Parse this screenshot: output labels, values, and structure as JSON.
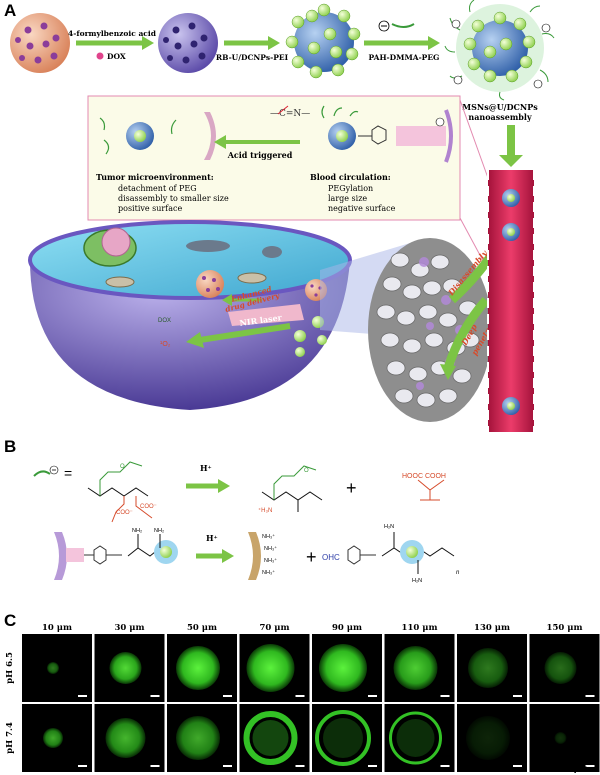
{
  "panels": {
    "a": {
      "label": "A"
    },
    "b": {
      "label": "B"
    },
    "c": {
      "label": "C"
    }
  },
  "panel_a": {
    "arrow1_top": "4-formylbenzoic acid",
    "arrow1_bottom": "DOX",
    "arrow2": "RB-U/DCNPs-PEI",
    "arrow3": "PAH-DMMA-PEG",
    "product_line1": "MSNs@U/DCNPs",
    "product_line2": "nanoassembly",
    "acid_triggered": "Acid triggered",
    "tumor_title": "Tumor microenvironment:",
    "tumor_items": [
      "detachment of PEG",
      "disassembly to smaller size",
      "positive surface"
    ],
    "blood_title": "Blood circulation:",
    "blood_items": [
      "PEGylation",
      "large size",
      "negative surface"
    ],
    "cell_labels": {
      "enhanced1": "Enhanced",
      "enhanced2": "drug delivery",
      "nir": "NIR laser",
      "dox": "DOX",
      "ros": "¹O₂"
    },
    "tissue_labels": {
      "disassembly": "Disassembly",
      "deep1": "Deep",
      "deep2": "penetration"
    }
  },
  "panel_b": {
    "h_plus_1": "H⁺",
    "h_plus_2": "H⁺",
    "plus": "+",
    "cooh_product": "HOOC     COOH",
    "ohc": "OHC",
    "nh3": "⁺H₃N",
    "n_label": "n"
  },
  "panel_c": {
    "columns": [
      "10 μm",
      "30 μm",
      "50 μm",
      "70 μm",
      "90 μm",
      "110 μm",
      "130 μm",
      "150 μm"
    ],
    "rows": [
      "pH 6.5",
      "pH 7.4"
    ],
    "scale_bar": "40 μm",
    "colors": {
      "background": "#000000",
      "signal": "#39d629"
    }
  }
}
